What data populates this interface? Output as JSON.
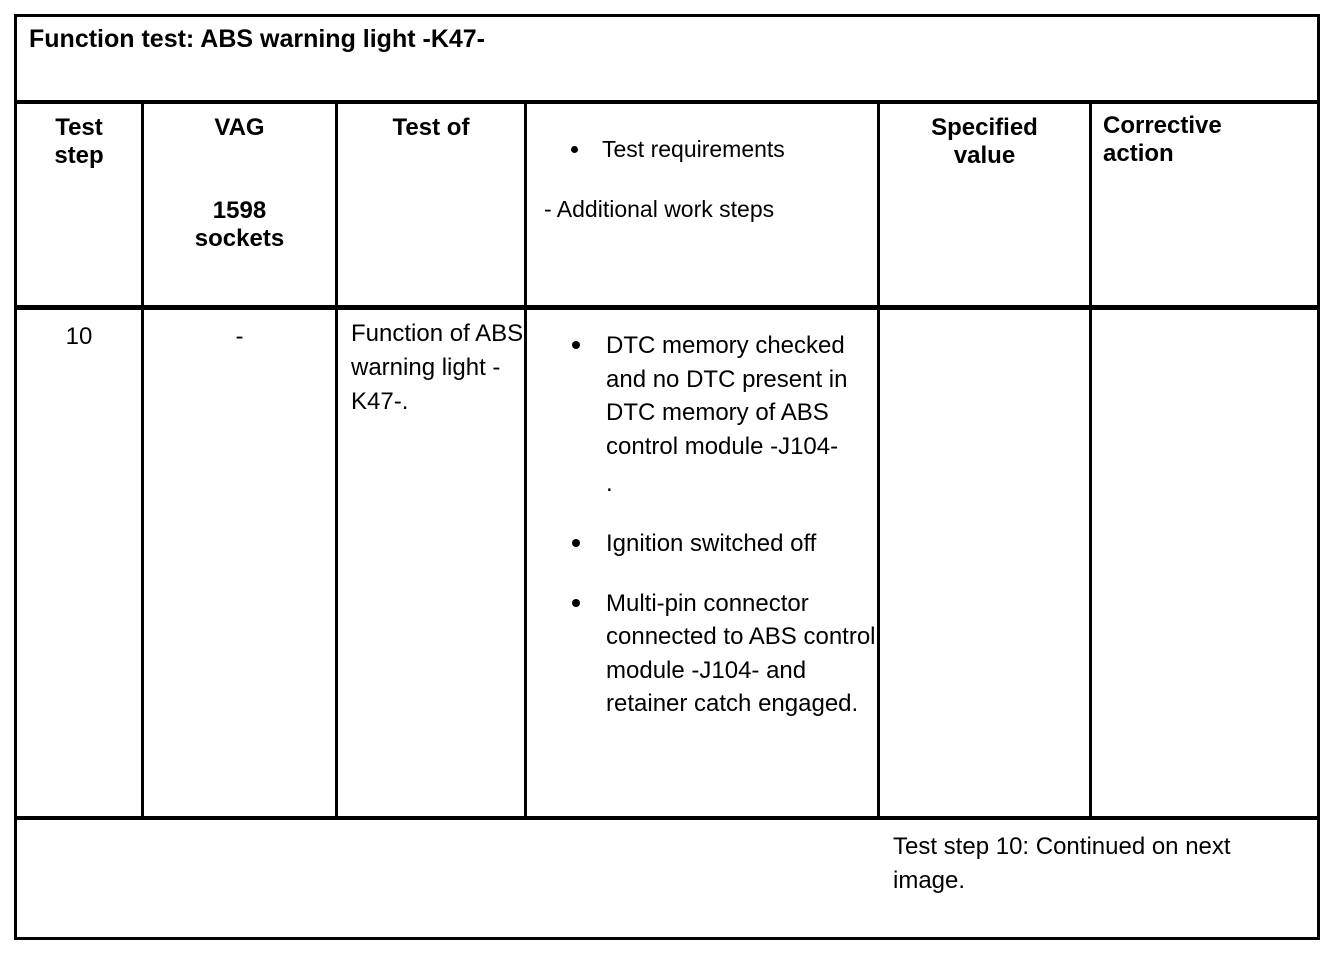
{
  "document": {
    "title": "Function test: ABS warning light -K47-"
  },
  "table": {
    "headers": {
      "test_step": "Test\nstep",
      "test_step_line1": "Test",
      "test_step_line2": "step",
      "vag": "VAG",
      "vag_number": "1598",
      "vag_sockets": "sockets",
      "test_of": "Test of",
      "requirements_bullet": "Test requirements",
      "requirements_additional": "- Additional work steps",
      "specified_value_line1": "Specified",
      "specified_value_line2": "value",
      "corrective_action_line1": "Corrective",
      "corrective_action_line2": "action"
    },
    "rows": [
      {
        "test_step": "10",
        "vag_socket": "-",
        "test_of": "Function of ABS warning light -K47-.",
        "requirements": [
          "DTC memory checked and no DTC present in DTC memory of ABS control module -J104-",
          "Ignition switched off",
          "Multi-pin connector connected to ABS control module -J104- and retainer catch engaged."
        ],
        "requirement_1_trailing_period": ".",
        "specified_value": "",
        "corrective_action": ""
      }
    ],
    "footer_note": "Test step 10: Continued on next image."
  },
  "colors": {
    "border": "#000000",
    "text": "#000000",
    "background": "#ffffff"
  }
}
